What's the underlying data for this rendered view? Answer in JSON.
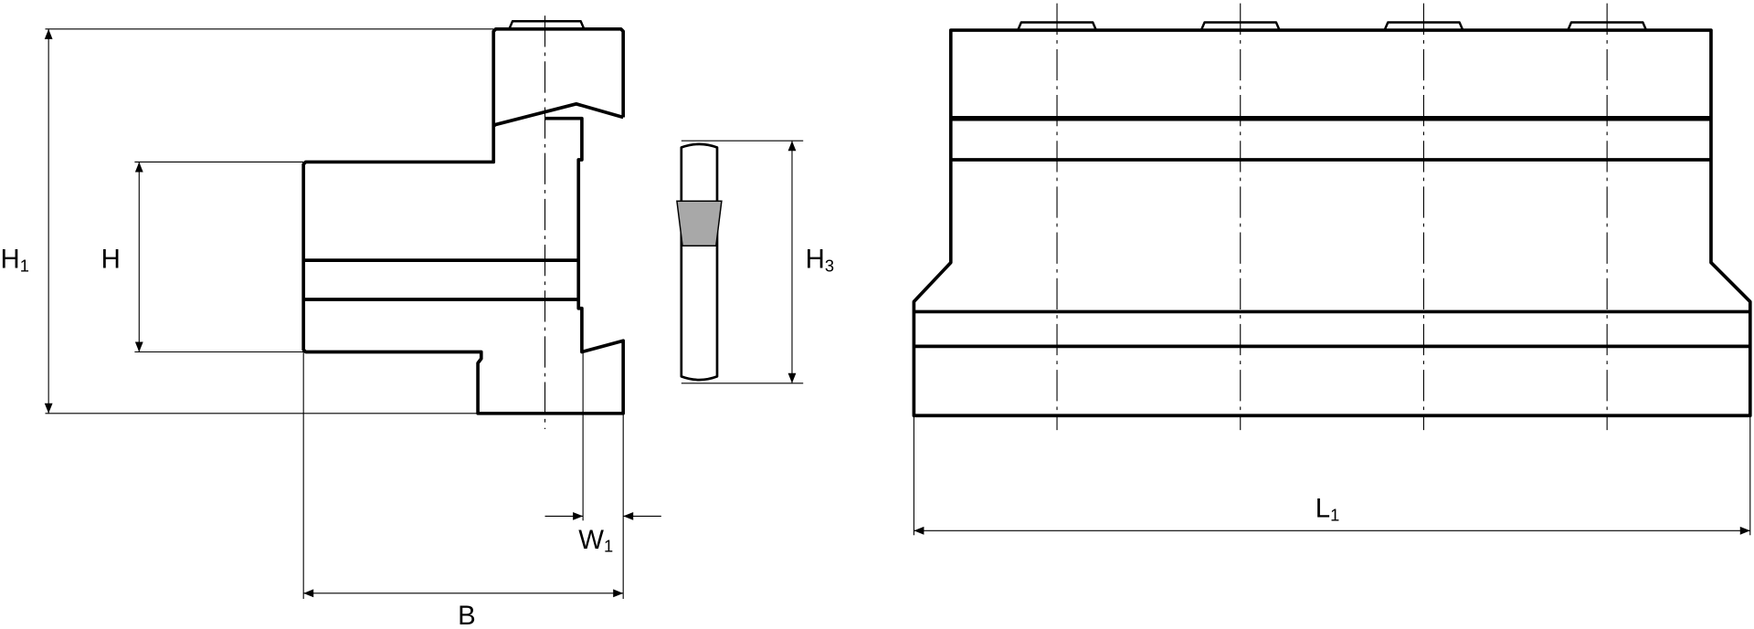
{
  "drawing": {
    "labels": {
      "h1": {
        "main": "H",
        "sub": "1"
      },
      "h": {
        "main": "H",
        "sub": ""
      },
      "h3": {
        "main": "H",
        "sub": "3"
      },
      "b": {
        "main": "B",
        "sub": ""
      },
      "w1": {
        "main": "W",
        "sub": "1"
      },
      "l1": {
        "main": "L",
        "sub": "1"
      }
    },
    "colors": {
      "line": "#000000",
      "insert_shading": "#a8a8a8",
      "background": "#ffffff"
    }
  }
}
